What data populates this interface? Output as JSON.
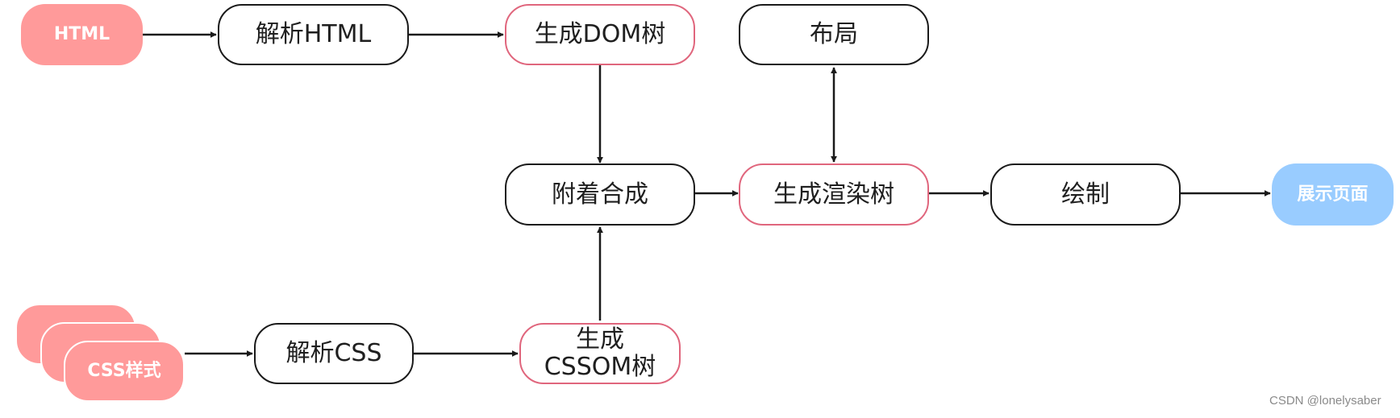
{
  "nodes": {
    "html": "HTML",
    "parse_html": "解析HTML",
    "dom": "生成DOM树",
    "layout": "布局",
    "attach": "附着合成",
    "render_tree": "生成渲染树",
    "paint": "绘制",
    "display": "展示页面",
    "css_style": "CSS样式",
    "parse_css": "解析CSS",
    "cssom_line1": "生成",
    "cssom_line2": "CSSOM树"
  },
  "colors": {
    "source_fill": "#ff9a9a",
    "output_fill": "#99ccff",
    "highlight_border": "#e0667d",
    "default_border": "#1a1a1a",
    "edge": "#1a1a1a"
  },
  "watermark": "CSDN @lonelysaber"
}
